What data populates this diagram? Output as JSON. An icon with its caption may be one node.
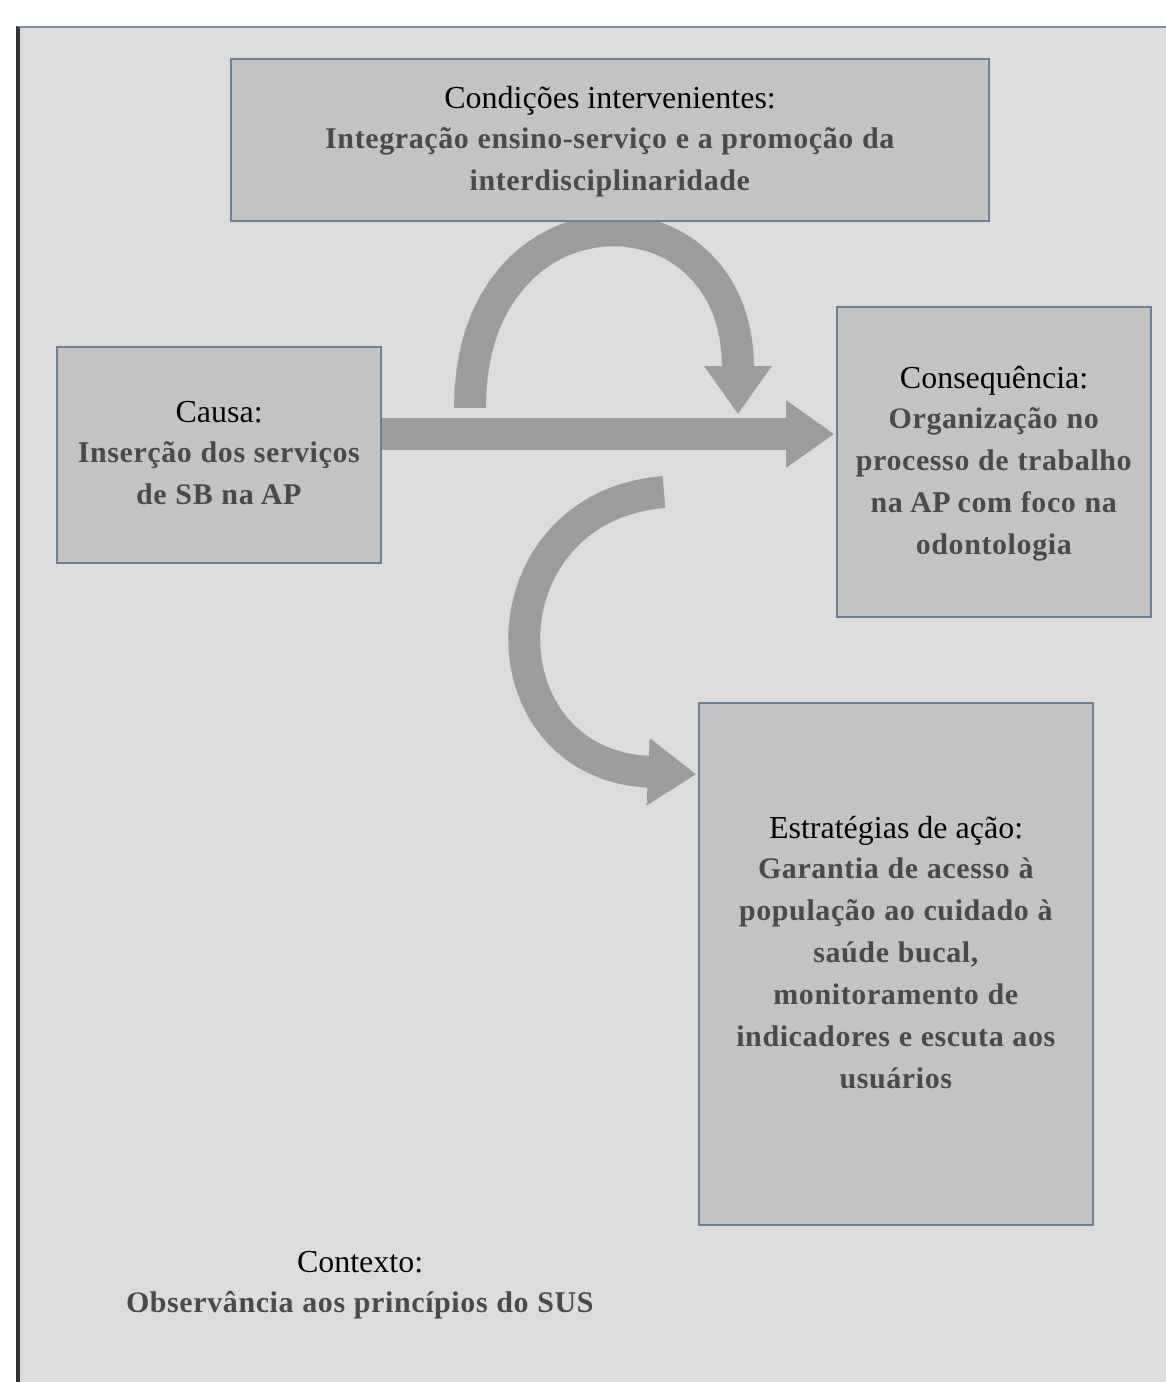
{
  "diagram": {
    "nodes": [
      {
        "text": [
          "Contexto:",
          "Observância aos princípios do SUS"
        ]
      },
      {
        "text": [
          "Condições intervenientes:",
          "Integração ensino-serviço e a promoção da interdisciplinaridade"
        ],
        "in": 0
      },
      {
        "text": [
          "Causa:",
          "Inserção dos serviços de SB na AP"
        ],
        "in": 0
      },
      {
        "text": [
          "Consequência:",
          "Organização no processo de trabalho na AP com foco na odontologia"
        ],
        "in": 0
      },
      {
        "text": [
          "Estratégias de ação:",
          "Garantia de acesso à população ao cuidado à saúde bucal, monitoramento de indicadores e escuta aos usuários"
        ],
        "in": 0
      }
    ],
    "edges": [
      {
        "from": 2,
        "to": 3,
        "arrow": "to"
      },
      {
        "from": null,
        "to": 4,
        "arrow": "to"
      },
      {
        "from": null,
        "to": 3,
        "arrow": "to"
      }
    ]
  }
}
